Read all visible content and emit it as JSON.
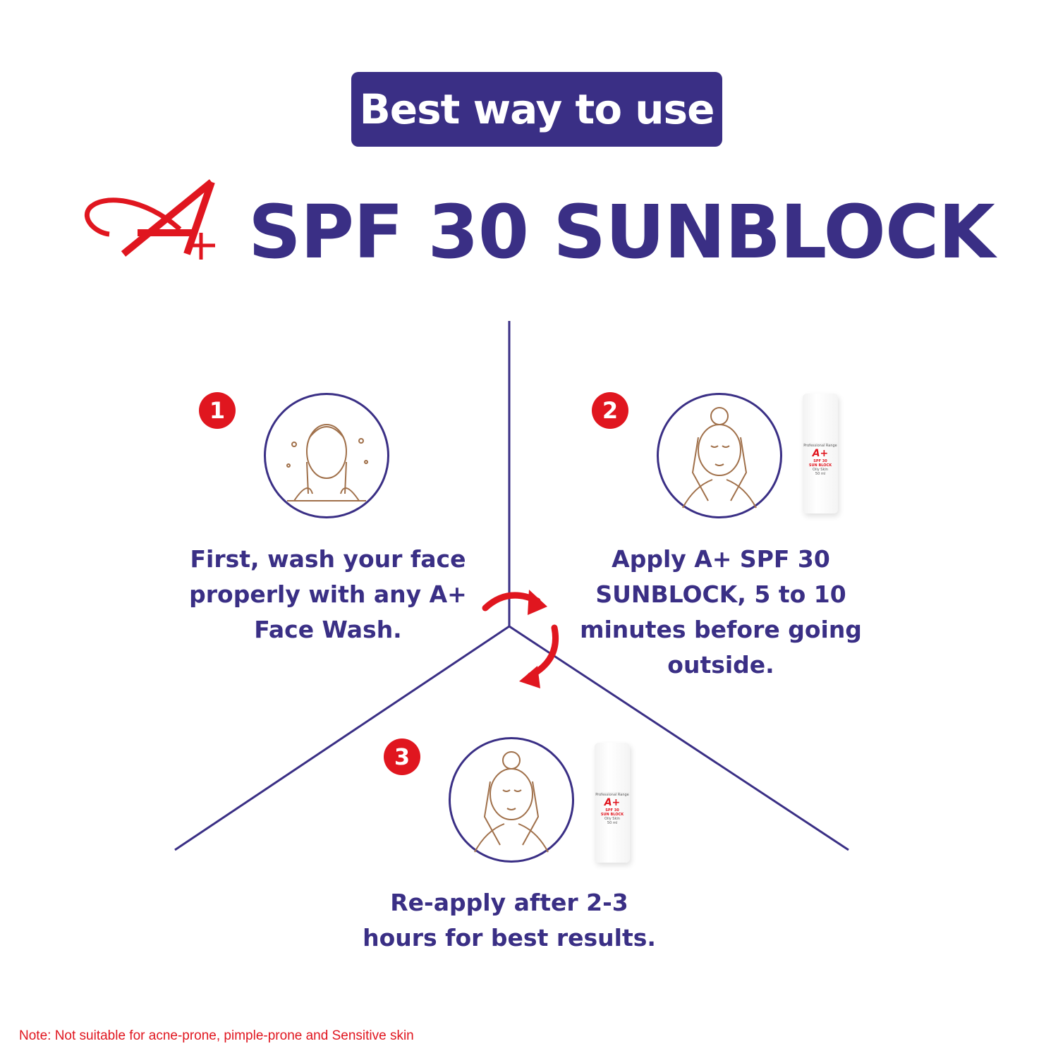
{
  "header": {
    "badge_label": "Best way to use",
    "title": "SPF 30 SUNBLOCK",
    "logo_text": "A+"
  },
  "steps": [
    {
      "number": "1",
      "lines": [
        "First, wash your face",
        "properly with any A+",
        "Face Wash."
      ],
      "icon": "face-wash-icon"
    },
    {
      "number": "2",
      "lines": [
        "Apply A+ SPF 30",
        "SUNBLOCK, 5 to 10",
        "minutes before going",
        "outside."
      ],
      "icon": "face-apply-icon"
    },
    {
      "number": "3",
      "lines": [
        "Re-apply after 2-3",
        "hours for best results."
      ],
      "icon": "face-apply-icon"
    }
  ],
  "bottle": {
    "range": "Professional Range",
    "product_line1": "SPF 30",
    "product_line2": "SUN BLOCK",
    "skin": "Oily Skin",
    "volume": "50 ml"
  },
  "note": "Note: Not suitable for acne-prone, pimple-prone and Sensitive skin",
  "colors": {
    "navy": "#3a2f85",
    "red": "#e0161f",
    "line_art": "#a0704a"
  }
}
